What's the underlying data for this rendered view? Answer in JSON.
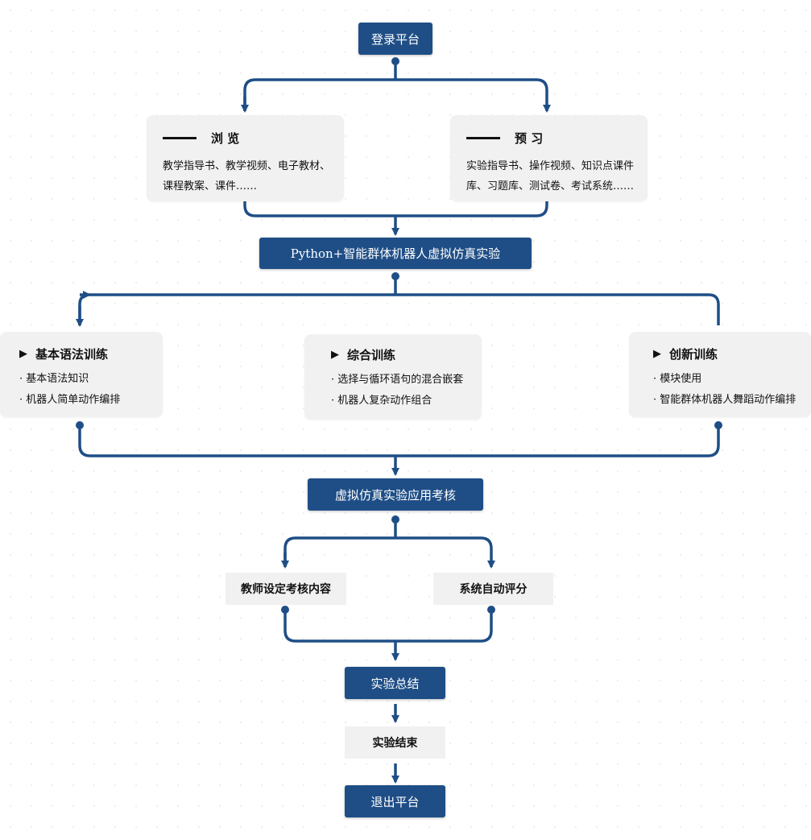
{
  "nodes": {
    "login": "登录平台",
    "browse": {
      "title": "浏 览",
      "line1": "教学指导书、教学视频、电子教材、",
      "line2": "课程教案、课件……"
    },
    "preview": {
      "title": "预 习",
      "line1": "实验指导书、操作视频、知识点课件",
      "line2": "库、习题库、测试卷、考试系统……"
    },
    "python_lab": "Python+智能群体机器人虚拟仿真实验",
    "basic": {
      "title": "基本语法训练",
      "items": [
        "· 基本语法知识",
        "· 机器人简单动作编排"
      ]
    },
    "comprehensive": {
      "title": "综合训练",
      "items": [
        "· 选择与循环语句的混合嵌套",
        "· 机器人复杂动作组合"
      ]
    },
    "innovation": {
      "title": "创新训练",
      "items": [
        "· 模块使用",
        "· 智能群体机器人舞蹈动作编排"
      ]
    },
    "assessment": "虚拟仿真实验应用考核",
    "teacher_set": "教师设定考核内容",
    "auto_score": "系统自动评分",
    "summary": "实验总结",
    "end": "实验结束",
    "exit": "退出平台"
  },
  "colors": {
    "primary": "#1f4e86",
    "card": "#f1f1f1",
    "text": "#111111"
  }
}
